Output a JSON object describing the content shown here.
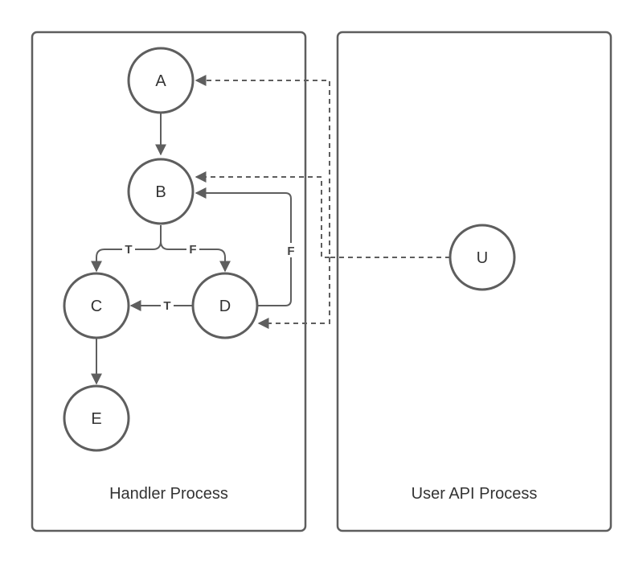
{
  "panels": {
    "handler": {
      "label": "Handler Process"
    },
    "user_api": {
      "label": "User API Process"
    }
  },
  "nodes": {
    "a": "A",
    "b": "B",
    "c": "C",
    "d": "D",
    "e": "E",
    "u": "U"
  },
  "edge_labels": {
    "b_to_c": "T",
    "b_to_d": "F",
    "d_to_c": "T",
    "d_to_b": "F"
  },
  "colors": {
    "stroke": "#5e5e5e",
    "text": "#333333",
    "background": "#ffffff"
  }
}
